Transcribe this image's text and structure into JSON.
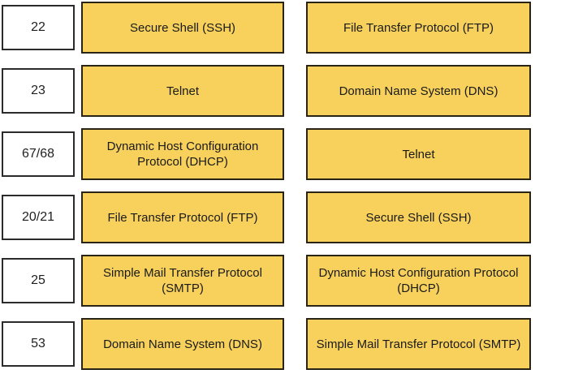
{
  "exercise": {
    "kind": "port-to-protocol-matching",
    "colors": {
      "protocol_box_fill": "#f7d15c",
      "protocol_box_border": "#2a2416",
      "port_box_fill": "#ffffff",
      "port_box_border": "#2b2b2b",
      "text": "#1a1a1a",
      "background": "#ffffff"
    }
  },
  "rows": [
    {
      "port": "22",
      "middle": "Secure Shell (SSH)",
      "right": "File Transfer Protocol (FTP)"
    },
    {
      "port": "23",
      "middle": "Telnet",
      "right": "Domain Name System (DNS)"
    },
    {
      "port": "67/68",
      "middle": "Dynamic Host Configuration Protocol (DHCP)",
      "right": "Telnet"
    },
    {
      "port": "20/21",
      "middle": "File Transfer Protocol (FTP)",
      "right": "Secure Shell (SSH)"
    },
    {
      "port": "25",
      "middle": "Simple Mail Transfer Protocol (SMTP)",
      "right": "Dynamic Host Configuration Protocol (DHCP)"
    },
    {
      "port": "53",
      "middle": "Domain Name System (DNS)",
      "right": "Simple Mail Transfer Protocol (SMTP)"
    }
  ]
}
